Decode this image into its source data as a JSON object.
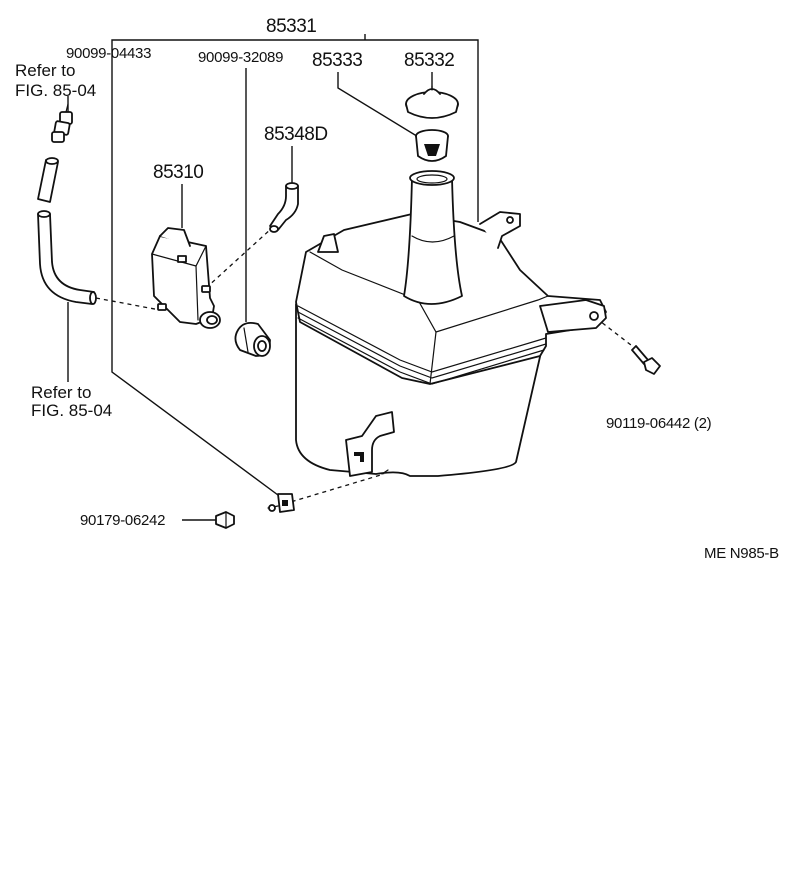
{
  "diagram": {
    "code": "ME  N985-B",
    "callouts": {
      "assembly": "85331",
      "cap": "85332",
      "strainer": "85333",
      "pump": "85310",
      "elbow_hose": "85348D",
      "grommet": "90099-32089",
      "pump_clip": "90099-04433",
      "tank_bolt": "90119-06442 (2)",
      "lower_bolt": "90179-06242"
    },
    "references": {
      "upper_line1": "Refer to",
      "upper_line2": "FIG. 85-04",
      "lower_line1": "Refer to",
      "lower_line2": "FIG. 85-04"
    }
  }
}
